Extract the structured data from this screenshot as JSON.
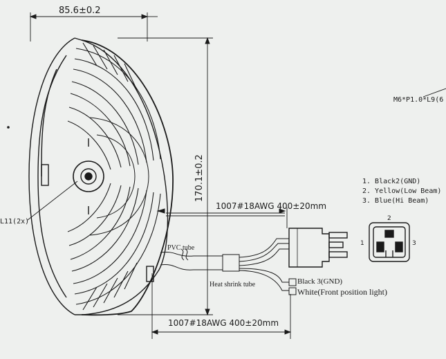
{
  "dimensions": {
    "width": "85.6±0.2",
    "height": "170.1±0.2",
    "cable_top": "1007#18AWG  400±20mm",
    "cable_bottom": "1007#18AWG  400±20mm"
  },
  "labels": {
    "screw": "M6*P1.0*L9(6",
    "left_cut": "L11(2x)",
    "pvc_tube": "PVC tube",
    "heat_shrink": "Heat shrink tube",
    "black3": "Black 3(GND)",
    "white": "White(Front position light)"
  },
  "pin_legend": [
    "1. Black2(GND)",
    "2. Yellow(Low Beam)",
    "3. Blue(Hi Beam)"
  ],
  "connector_pins": [
    "1",
    "2",
    "3"
  ],
  "colors": {
    "ink": "#1a1a1a",
    "paper": "#eef0ee"
  }
}
